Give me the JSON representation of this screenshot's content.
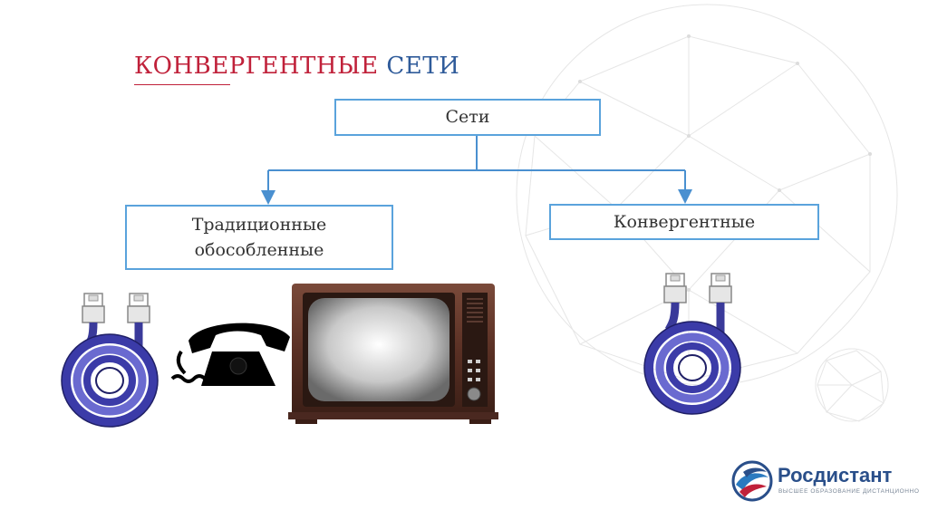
{
  "slide": {
    "title_part1": "КОНВЕРГЕНТНЫЕ",
    "title_part2": "СЕТИ"
  },
  "diagram": {
    "root_label": "Сети",
    "traditional_line1": "Традиционные",
    "traditional_line2": "обособленные",
    "convergent_label": "Конвергентные"
  },
  "logo": {
    "name": "Росдистант",
    "tagline": "ВЫСШЕЕ ОБРАЗОВАНИЕ ДИСТАНЦИОННО"
  },
  "illustrations": [
    "network-cable-icon",
    "telephone-icon",
    "television-icon",
    "network-cable-icon"
  ],
  "colors": {
    "title_red": "#c0213a",
    "title_blue": "#2f5b9a",
    "box_border": "#5aa3dc",
    "connector": "#4a90d0",
    "cable_blue": "#4a4ab0"
  }
}
